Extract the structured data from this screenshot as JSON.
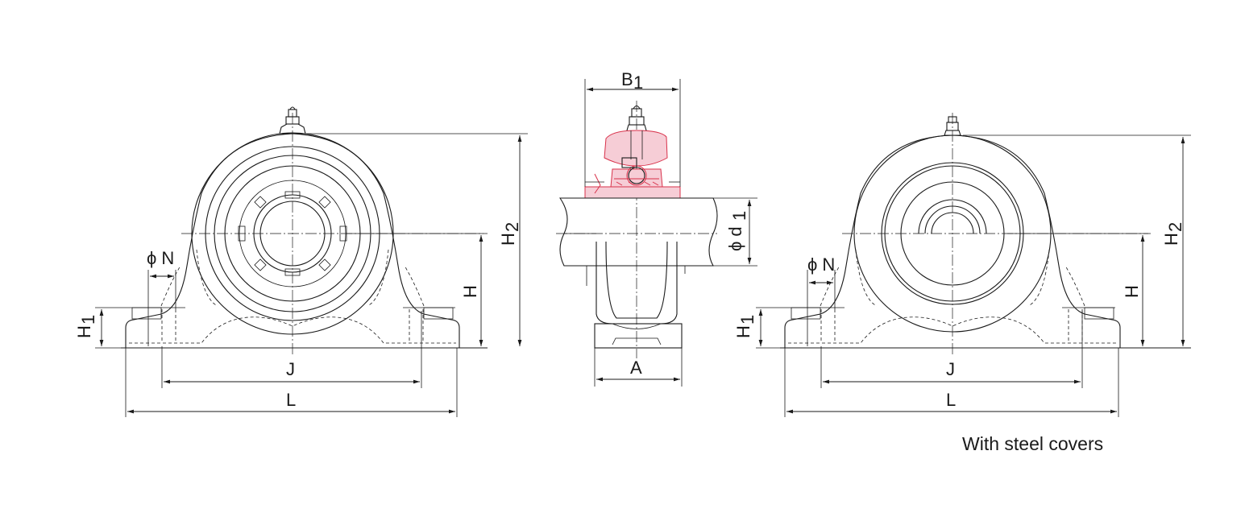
{
  "left_view": {
    "labels": {
      "phiN": "ϕ N",
      "H1": "H",
      "H1_sub": "1",
      "H": "H",
      "H2": "H",
      "H2_sub": "2",
      "J": "J",
      "L": "L"
    }
  },
  "side_view": {
    "labels": {
      "B1": "B",
      "B1_sub": "1",
      "A": "A",
      "phid1": "ϕ d",
      "phid1_sub": "1"
    }
  },
  "right_view": {
    "labels": {
      "phiN": "ϕ N",
      "H1": "H",
      "H1_sub": "1",
      "H": "H",
      "H2": "H",
      "H2_sub": "2",
      "J": "J",
      "L": "L"
    },
    "caption": "With steel covers"
  }
}
